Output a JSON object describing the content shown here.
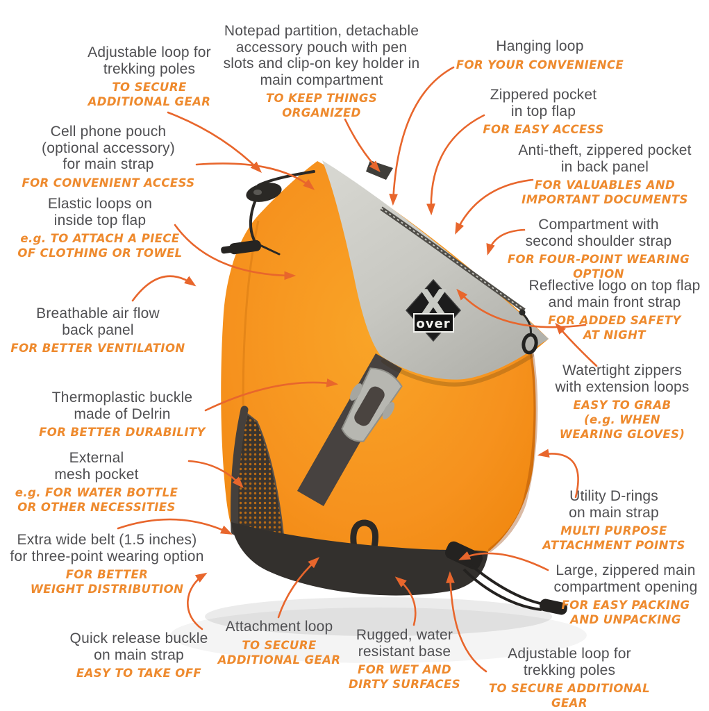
{
  "figure": {
    "type": "product feature callout diagram",
    "product": "crossover sling backpack",
    "logo": {
      "x": "X",
      "over": "over"
    }
  },
  "colors": {
    "title_text": "#4f4f52",
    "accent_text": "#ee8a2e",
    "arrow": "#e8662c",
    "bag_orange": "#f6921e",
    "flap_gray": "#c8c8c2",
    "bag_dark": "#2b2927",
    "background": "#ffffff"
  },
  "labels": [
    {
      "id": "adjustable-loop-top",
      "title": "Adjustable loop for\ntrekking poles",
      "subtitle": "TO SECURE\nADDITIONAL GEAR"
    },
    {
      "id": "notepad-partition",
      "title": "Notepad partition, detachable\naccessory pouch with pen\nslots and clip-on key holder in\nmain compartment",
      "subtitle": "TO KEEP THINGS\nORGANIZED"
    },
    {
      "id": "hanging-loop",
      "title": "Hanging loop",
      "subtitle": "FOR YOUR CONVENIENCE"
    },
    {
      "id": "zippered-pocket-top-flap",
      "title": "Zippered pocket\nin top flap",
      "subtitle": "FOR EASY ACCESS"
    },
    {
      "id": "cell-phone-pouch",
      "title": "Cell phone pouch\n(optional accessory)\nfor main strap",
      "subtitle": "FOR CONVENIENT ACCESS"
    },
    {
      "id": "anti-theft-pocket",
      "title": "Anti-theft, zippered pocket\nin back panel",
      "subtitle": "FOR VALUABLES AND\nIMPORTANT DOCUMENTS"
    },
    {
      "id": "elastic-loops",
      "title": "Elastic loops on\ninside top flap",
      "subtitle": "e.g. TO ATTACH A PIECE\nOF CLOTHING OR TOWEL"
    },
    {
      "id": "compartment-second-strap",
      "title": "Compartment with\nsecond shoulder strap",
      "subtitle": "FOR FOUR-POINT WEARING OPTION"
    },
    {
      "id": "reflective-logo",
      "title": "Reflective logo on top flap\nand main front strap",
      "subtitle": "FOR ADDED SAFETY\nAT NIGHT"
    },
    {
      "id": "breathable-back-panel",
      "title": "Breathable air flow\nback panel",
      "subtitle": "FOR BETTER VENTILATION"
    },
    {
      "id": "watertight-zippers",
      "title": "Watertight zippers\nwith extension loops",
      "subtitle": "EASY TO GRAB\n(e.g. WHEN\nWEARING GLOVES)"
    },
    {
      "id": "thermoplastic-buckle",
      "title": "Thermoplastic buckle\nmade of Delrin",
      "subtitle": "FOR BETTER DURABILITY"
    },
    {
      "id": "external-mesh-pocket",
      "title": "External\nmesh pocket",
      "subtitle": "e.g. FOR WATER BOTTLE\nOR OTHER NECESSITIES"
    },
    {
      "id": "utility-d-rings",
      "title": "Utility D-rings\non main strap",
      "subtitle": "MULTI PURPOSE\nATTACHMENT POINTS"
    },
    {
      "id": "extra-wide-belt",
      "title": "Extra wide belt (1.5 inches)\nfor three-point wearing option",
      "subtitle": "FOR BETTER\nWEIGHT DISTRIBUTION"
    },
    {
      "id": "large-zippered-opening",
      "title": "Large, zippered main\ncompartment opening",
      "subtitle": "FOR EASY PACKING\nAND UNPACKING"
    },
    {
      "id": "quick-release-buckle",
      "title": "Quick release buckle\non main strap",
      "subtitle": "EASY TO TAKE OFF"
    },
    {
      "id": "attachment-loop",
      "title": "Attachment loop",
      "subtitle": "TO SECURE\nADDITIONAL GEAR"
    },
    {
      "id": "rugged-base",
      "title": "Rugged, water\nresistant base",
      "subtitle": "FOR WET AND\nDIRTY SURFACES"
    },
    {
      "id": "adjustable-loop-bottom",
      "title": "Adjustable loop for\ntrekking poles",
      "subtitle": "TO SECURE ADDITIONAL GEAR"
    }
  ]
}
